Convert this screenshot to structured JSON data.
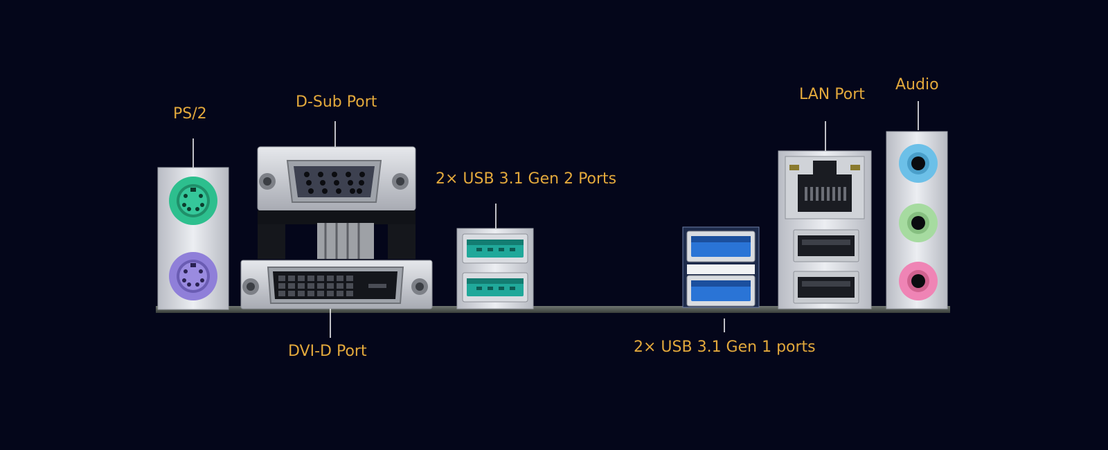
{
  "labels": {
    "ps2": "PS/2",
    "dsub": "D-Sub Port",
    "usb_gen2": "2× USB 3.1 Gen 2 Ports",
    "dvi": "DVI-D Port",
    "usb_gen1": "2× USB 3.1 Gen 1 ports",
    "lan": "LAN Port",
    "audio": "Audio"
  },
  "colors": {
    "background": "#04061a",
    "label": "#e3a93c",
    "ps2_mouse": "#2dbf8e",
    "ps2_keyboard": "#8f7fd9",
    "usb_gen2": "#20a89a",
    "usb_gen1": "#2a74d6",
    "audio_line_in": "#6cc0e8",
    "audio_line_out": "#a6dba0",
    "audio_mic": "#ef84b5"
  }
}
